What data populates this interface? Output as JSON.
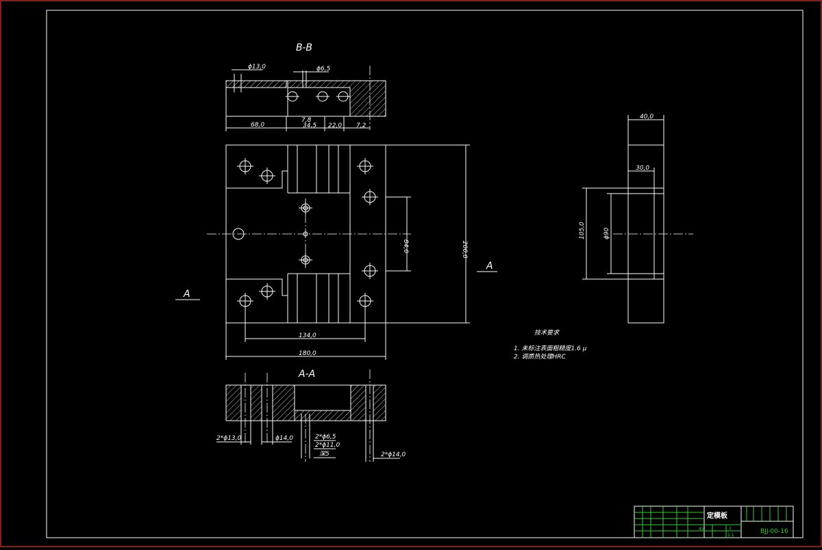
{
  "colors": {
    "background": "#000000",
    "lines": "#ffffff",
    "border": "#ff4a3a",
    "title_block": "#2fd52f"
  },
  "views": {
    "section_bb_label": "B-B",
    "section_aa_label": "A-A",
    "cut_mark_left": "A",
    "cut_mark_right": "A"
  },
  "dimensions": {
    "bb_phi13": "ϕ13,0",
    "bb_phi6_5": "ϕ6,5",
    "bb_68": "68,0",
    "bb_7_8": "7,8",
    "bb_34_5": "34,5",
    "bb_22": "22,0",
    "bb_7_2": "7,2",
    "front_84": "84,0",
    "front_200": "200,0",
    "front_134": "134,0",
    "front_180": "180,0",
    "side_40": "40,0",
    "side_30": "30,0",
    "side_105": "105,0",
    "side_phi90": "ϕ90",
    "aa_2x13": "2*ϕ13,0",
    "aa_14": "ϕ14,0",
    "aa_2x6_5": "2*ϕ6,5",
    "aa_2x11": "2*ϕ11,0",
    "aa_deep5": "深5",
    "aa_2x14": "2*ϕ14,0"
  },
  "notes": {
    "heading": "技术要求",
    "line1": "1. 未标注表面粗糙度1.6 μ",
    "line2": "2. 调质热处理HRC"
  },
  "title_block": {
    "part_name": "定模板",
    "drawing_number": "BJJ-00-16",
    "material": "45",
    "scale": "1:1",
    "quantity": "1"
  }
}
